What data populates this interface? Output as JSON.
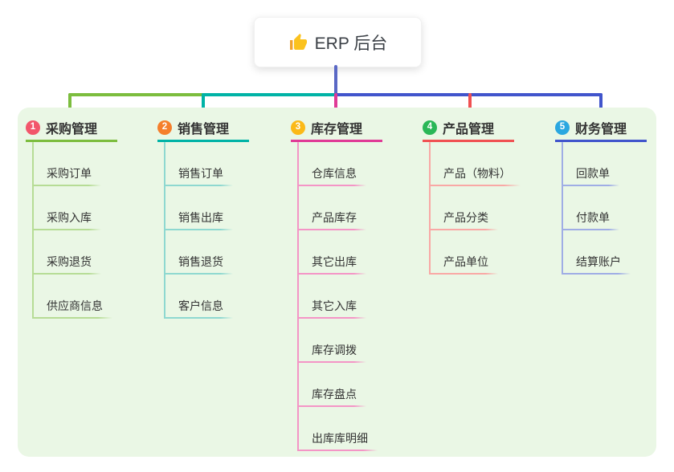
{
  "root": {
    "label": "ERP 后台",
    "icon": "thumbs-up-icon"
  },
  "connector_colors": {
    "root_drop": "#5a68c5"
  },
  "panel_color": "#eaf7e5",
  "branches": [
    {
      "number": "1",
      "title": "采购管理",
      "colors": {
        "badge": "#f2566b",
        "line": "#7cbd3e",
        "light": "#b6dc95"
      },
      "children": [
        "采购订单",
        "采购入库",
        "采购退货",
        "供应商信息"
      ]
    },
    {
      "number": "2",
      "title": "销售管理",
      "colors": {
        "badge": "#f57f2c",
        "line": "#00b3a6",
        "light": "#8ed8d0"
      },
      "children": [
        "销售订单",
        "销售出库",
        "销售退货",
        "客户信息"
      ]
    },
    {
      "number": "3",
      "title": "库存管理",
      "colors": {
        "badge": "#fbb917",
        "line": "#e03a96",
        "light": "#f495c6"
      },
      "children": [
        "仓库信息",
        "产品库存",
        "其它出库",
        "其它入库",
        "库存调拨",
        "库存盘点",
        "出库库明细"
      ]
    },
    {
      "number": "4",
      "title": "产品管理",
      "colors": {
        "badge": "#2ab757",
        "line": "#f05152",
        "light": "#f9a8a5"
      },
      "children": [
        "产品（物料）",
        "产品分类",
        "产品单位"
      ]
    },
    {
      "number": "5",
      "title": "财务管理",
      "colors": {
        "badge": "#2aa7e0",
        "line": "#4155cc",
        "light": "#9fade5"
      },
      "children": [
        "回款单",
        "付款单",
        "结算账户"
      ]
    }
  ]
}
